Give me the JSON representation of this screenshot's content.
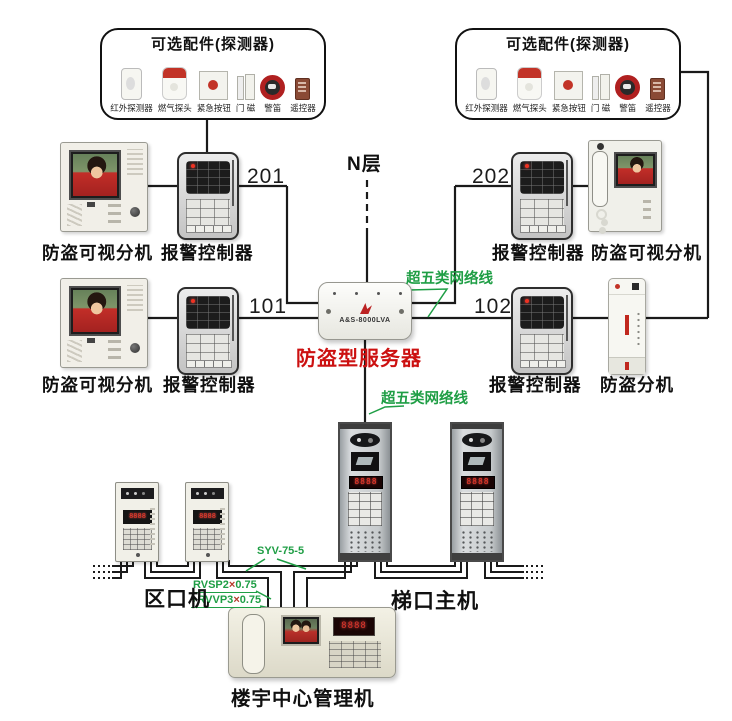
{
  "accessory_box": {
    "title": "可选配件(探测器)",
    "items": [
      {
        "name": "infrared-detector",
        "label": "红外探测器"
      },
      {
        "name": "gas-detector",
        "label": "燃气探头"
      },
      {
        "name": "emergency-button",
        "label": "紧急按钮"
      },
      {
        "name": "door-magnet",
        "label": "门 磁"
      },
      {
        "name": "siren",
        "label": "警笛"
      },
      {
        "name": "remote-control",
        "label": "遥控器"
      }
    ]
  },
  "floor": {
    "label": "N层"
  },
  "rows": {
    "row1": {
      "left_monitor_label": "防盗可视分机",
      "left_controller_label": "报警控制器",
      "left_port": "201",
      "right_port": "202",
      "right_controller_label": "报警控制器",
      "right_monitor_label": "防盗可视分机"
    },
    "row2": {
      "left_monitor_label": "防盗可视分机",
      "left_controller_label": "报警控制器",
      "left_port": "101",
      "right_port": "102",
      "right_controller_label": "报警控制器",
      "right_extension_label": "防盗分机"
    }
  },
  "server": {
    "model": "A&S-8000LVA",
    "label": "防盗型服务器"
  },
  "cables": {
    "cat5_right": "超五类网络线",
    "cat5_center": "超五类网络线",
    "syv": "SYV-75-5",
    "rvsp": {
      "name": "RVSP2",
      "times": "×",
      "value": "0.75"
    },
    "rvvp": {
      "name": "+RVVP3",
      "times": "×",
      "value": "0.75"
    }
  },
  "bottom": {
    "district_label": "区口机",
    "entrance_label": "梯口主机",
    "management_label": "楼宇中心管理机",
    "led_digits": "8888"
  },
  "colors": {
    "line": "#1a1a1a",
    "cable_green": "#1f9e45",
    "server_red": "#cc1111",
    "times_red": "#b5382a",
    "led_red": "#ee3322"
  }
}
